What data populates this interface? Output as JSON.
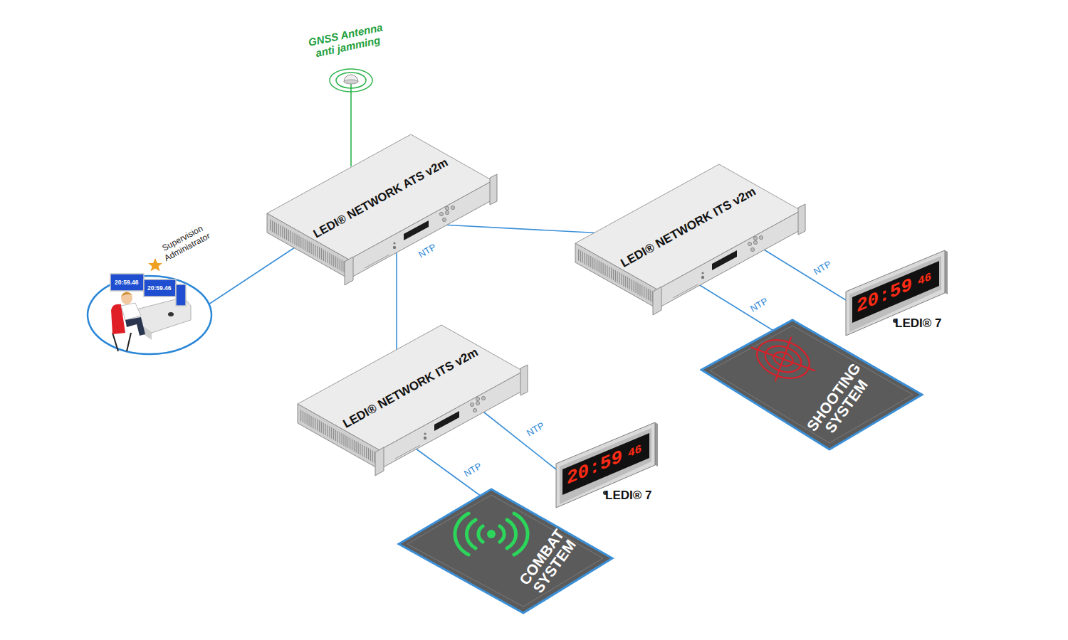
{
  "diagram": {
    "nodes": [
      {
        "text": [
          "GNSS Antenna anti jamming"
        ]
      },
      {
        "text": [
          "LEDI® NETWORK ATS v2m"
        ]
      },
      {
        "text": [
          "Supervision Administrator"
        ]
      },
      {
        "text": [
          "LEDI® NETWORK ITS v2m"
        ]
      },
      {
        "text": [
          "20:59",
          "46",
          "LEDI® 7"
        ]
      },
      {
        "text": [
          "SHOOTING SYSTEM"
        ]
      },
      {
        "text": [
          "LEDI® NETWORK ITS v2m"
        ]
      },
      {
        "text": [
          "20:59",
          "46",
          "LEDI® 7"
        ]
      },
      {
        "text": [
          "COMBAT SYSTEM"
        ]
      }
    ],
    "edges": [
      {
        "from": 0,
        "to": 1,
        "arrow": "none"
      },
      {
        "from": 1,
        "to": 2,
        "arrow": "none"
      },
      {
        "from": 1,
        "to": 3,
        "arrow": "none"
      },
      {
        "from": 1,
        "to": 6,
        "arrow": "none",
        "label": "NTP"
      },
      {
        "from": 3,
        "to": 4,
        "arrow": "none",
        "label": "NTP"
      },
      {
        "from": 3,
        "to": 5,
        "arrow": "none",
        "label": "NTP"
      },
      {
        "from": 6,
        "to": 7,
        "arrow": "none",
        "label": "NTP"
      },
      {
        "from": 6,
        "to": 8,
        "arrow": "none",
        "label": "NTP"
      }
    ],
    "labels": [
      "20:59.46",
      "20:59.46"
    ]
  }
}
